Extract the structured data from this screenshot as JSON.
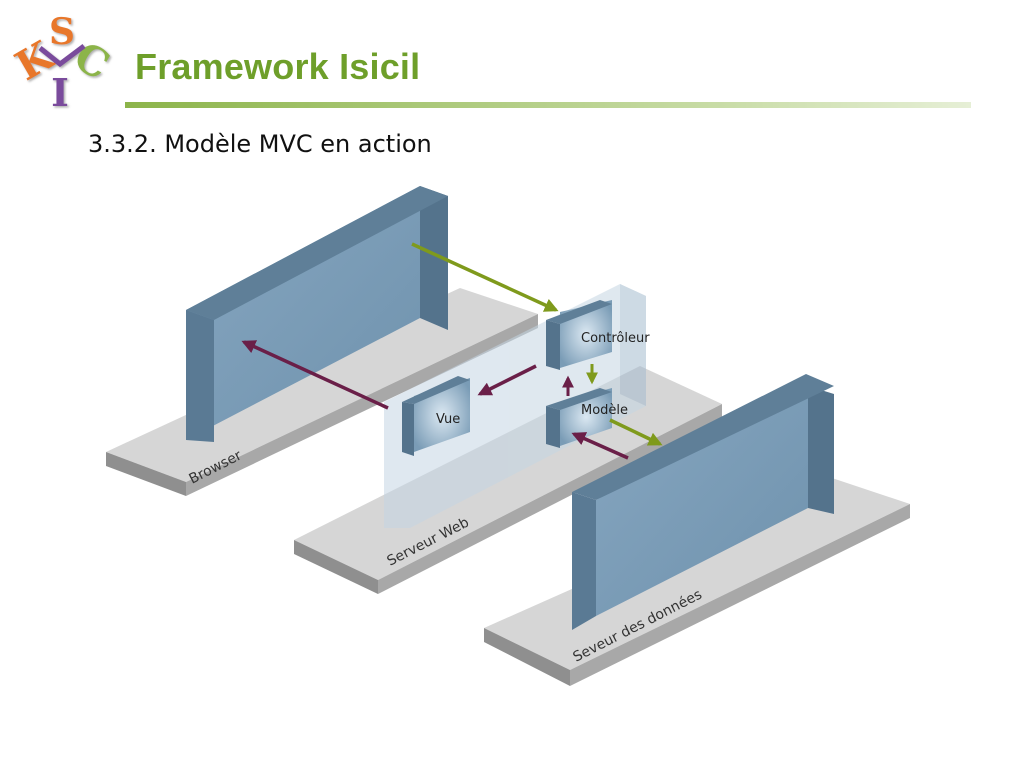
{
  "slide": {
    "title": "Framework Isicil",
    "subtitle": "3.3.2. Modèle MVC en action"
  },
  "logo": {
    "name": "isicil-logo",
    "letters": "SKIC",
    "colors": [
      "#e8772a",
      "#7a4b9c",
      "#8cb44a"
    ]
  },
  "diagram": {
    "platforms": {
      "browser": "Browser",
      "web_server": "Serveur Web",
      "data_server": "Seveur des données"
    },
    "components": {
      "controller": "Contrôleur",
      "view": "Vue",
      "model": "Modèle"
    },
    "colors": {
      "block": "#7a9cb6",
      "block_dark": "#54738c",
      "request_arrow": "#7f9a1c",
      "response_arrow": "#6a1f48",
      "platform": "#d9d9d9"
    }
  }
}
